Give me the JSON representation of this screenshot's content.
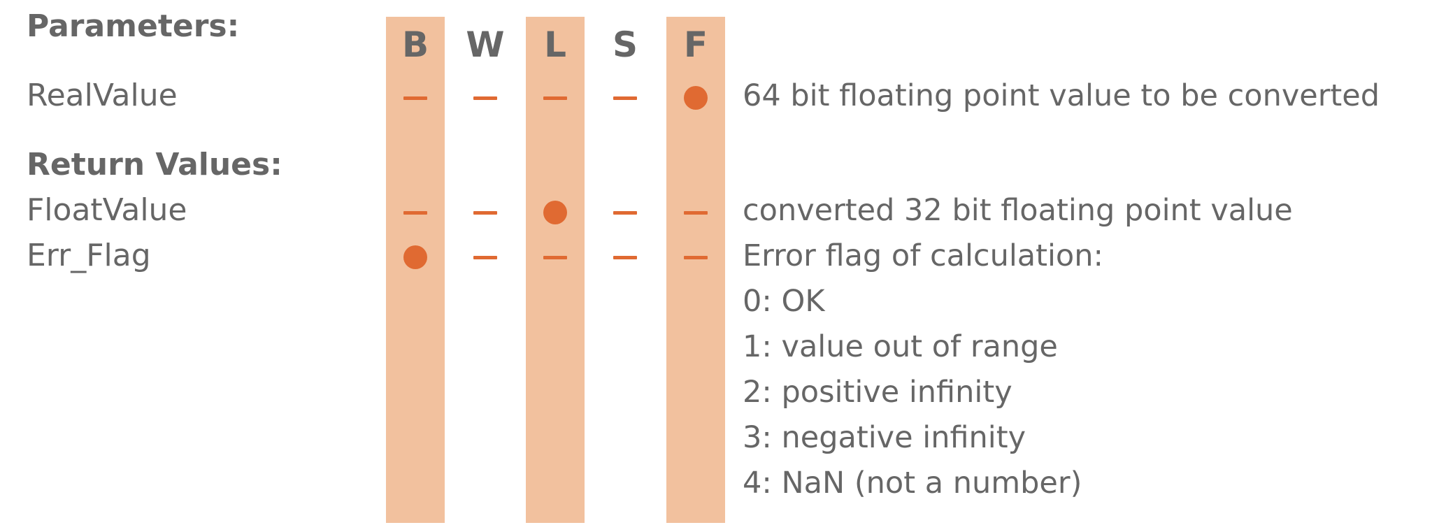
{
  "columns": [
    "B",
    "W",
    "L",
    "S",
    "F"
  ],
  "sections": {
    "parameters": "Parameters:",
    "return_values": "Return Values:"
  },
  "rows": [
    {
      "name": "RealValue",
      "marks": [
        "dash",
        "dash",
        "dash",
        "dash",
        "dot"
      ],
      "description": "64 bit floating point value to be converted"
    },
    {
      "name": "FloatValue",
      "marks": [
        "dash",
        "dash",
        "dot",
        "dash",
        "dash"
      ],
      "description": "converted 32 bit floating point value"
    },
    {
      "name": "Err_Flag",
      "marks": [
        "dot",
        "dash",
        "dash",
        "dash",
        "dash"
      ],
      "description": "Error flag of calculation:"
    }
  ],
  "error_codes": [
    "0: OK",
    "1: value out of range",
    "2: positive infinity",
    "3: negative infinity",
    "4: NaN (not a number)"
  ],
  "colors": {
    "highlight_column": "#f2c19e",
    "mark": "#e06a32",
    "text": "#666666"
  }
}
